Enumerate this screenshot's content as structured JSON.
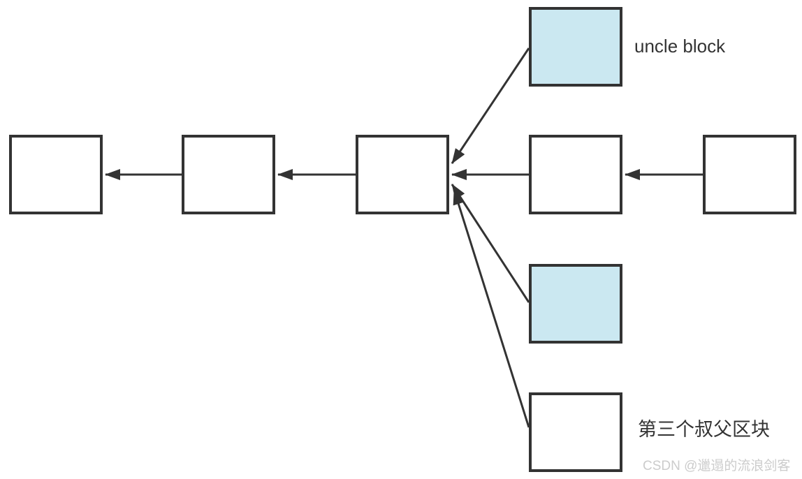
{
  "labels": {
    "uncle_block": "uncle block",
    "third_uncle_block": "第三个叔父区块",
    "watermark": "CSDN @邋遢的流浪剑客"
  },
  "colors": {
    "background": "#ffffff",
    "line": "#333333",
    "block_fill": "#ffffff",
    "uncle_fill": "#cbe8f1",
    "label_text": "#333333",
    "watermark_text": "#cccccc"
  },
  "structure": {
    "main_chain_block_count": 5,
    "side_block_count": 3,
    "highlighted_side_blocks": 2,
    "arrow_direction": "each block points left to its parent; side blocks point to third chain block"
  }
}
